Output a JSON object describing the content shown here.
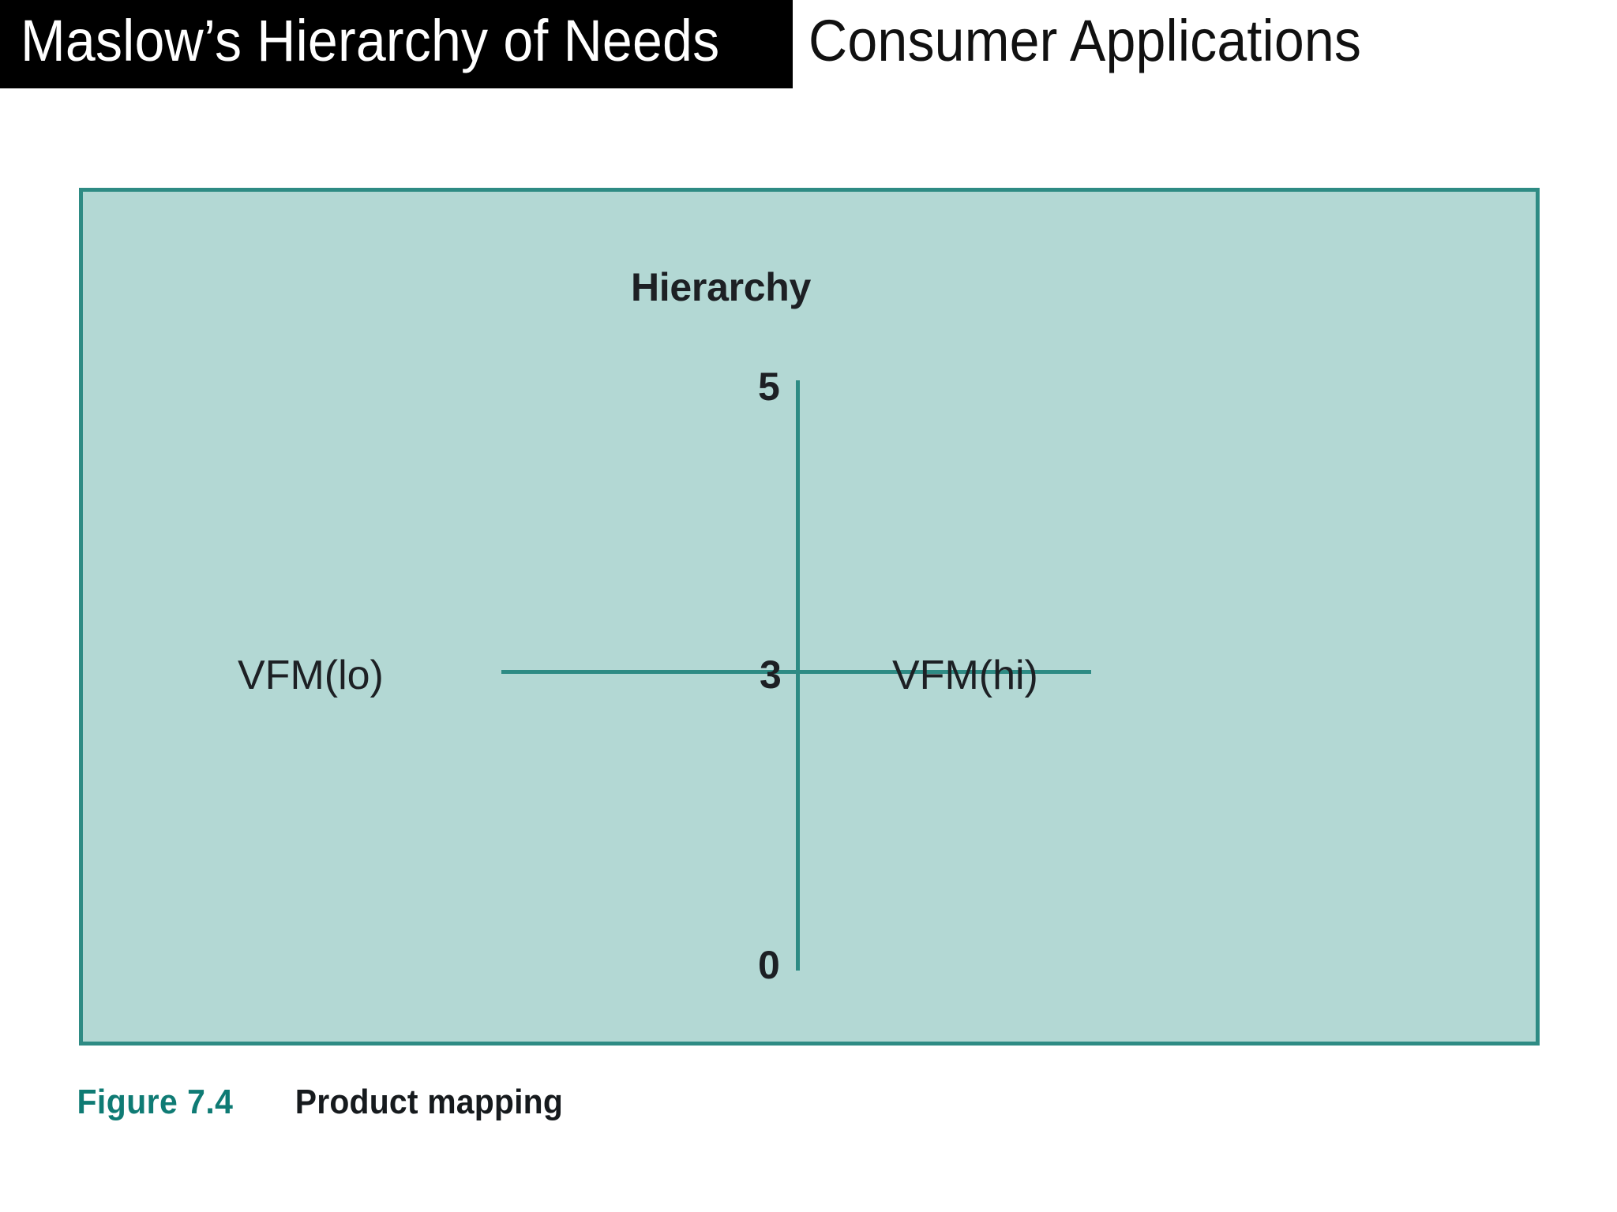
{
  "header": {
    "highlighted_text": "Maslow’s Hierarchy of Needs",
    "trailing_text": "Consumer Applications",
    "highlight_bg": "#000000",
    "highlight_fg": "#ffffff",
    "trailing_fg": "#111111"
  },
  "figure": {
    "panel_bg": "#b3d8d4",
    "panel_border": "#2e8b84",
    "axis_color": "#2e8b84",
    "caption_number": "Figure 7.4",
    "caption_title": "Product mapping",
    "caption_number_color": "#0f7b74",
    "caption_title_color": "#161a1d"
  },
  "chart_data": {
    "type": "scatter",
    "title": "Hierarchy",
    "subtitle": "",
    "xlabel": "",
    "ylabel": "Hierarchy",
    "x_axis": {
      "label_low": "VFM(lo)",
      "label_high": "VFM(hi)",
      "tick_labels": [],
      "xlim": [
        0,
        10
      ],
      "crosses_y_at": 3
    },
    "y_axis": {
      "tick_labels": [
        "5",
        "3",
        "0"
      ],
      "tick_values": [
        5,
        3,
        0
      ],
      "ylim": [
        0,
        5
      ]
    },
    "series": [],
    "x": [],
    "values": [],
    "grid": false,
    "legend": "none",
    "annotations": [
      "Hierarchy",
      "5",
      "3",
      "0",
      "VFM(lo)",
      "VFM(hi)"
    ]
  }
}
